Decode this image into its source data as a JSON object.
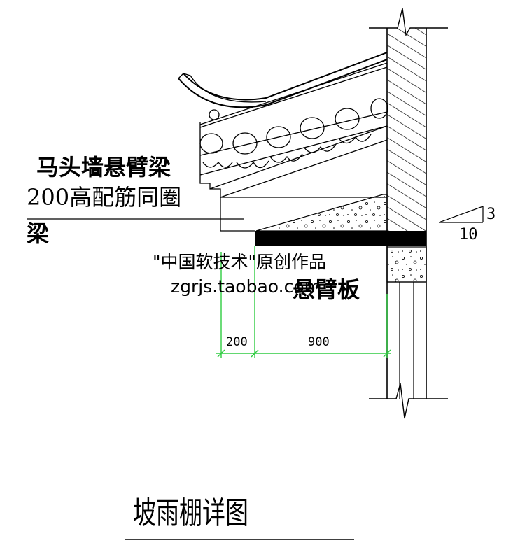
{
  "labels": {
    "beam_line1": "马头墙悬臂梁",
    "beam_line2": "200高配筋同圈",
    "beam_line3": "梁",
    "watermark_line1": "\"中国软技术\"原创作品",
    "watermark_line2": "zgrjs.taobao.com",
    "slab_label": "悬臂板",
    "slope_rise": "3",
    "slope_run": "10",
    "title": "坡雨棚详图"
  },
  "dimensions": {
    "beam_width": "200",
    "slab_span": "900"
  },
  "colors": {
    "line": "#000000",
    "dimension": "#2ecc40"
  }
}
